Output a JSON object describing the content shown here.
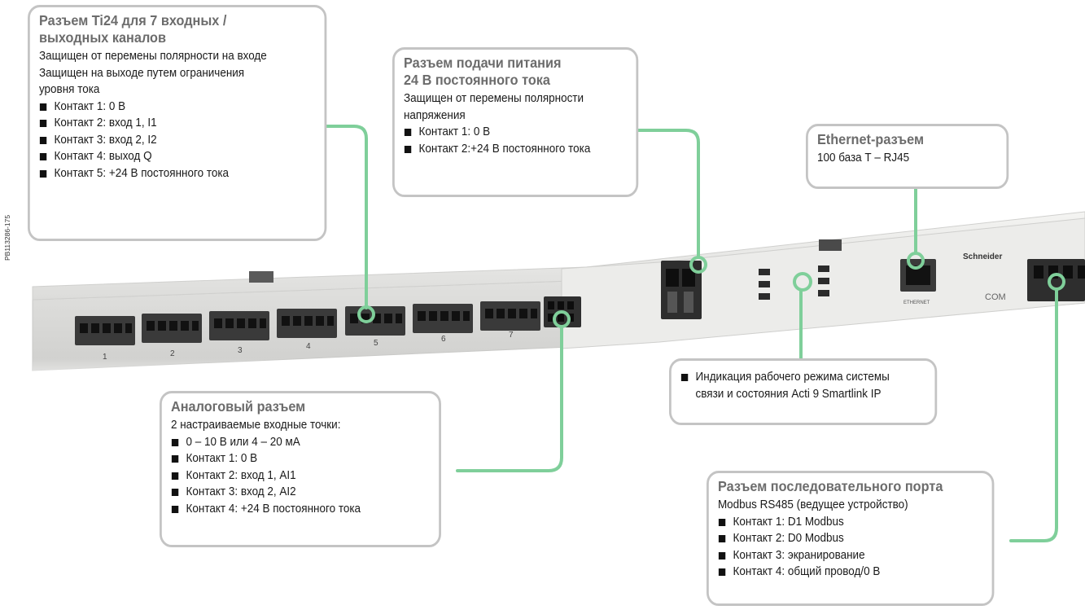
{
  "side_code": "PB113286-175",
  "device": {
    "channel_numbers": [
      "1",
      "2",
      "3",
      "4",
      "5",
      "6",
      "7"
    ],
    "com_label": "COM",
    "brand": "Schneider",
    "ethernet_port_label": "ETHERNET"
  },
  "callouts": {
    "ti24": {
      "title_line1": "Разъем Ti24 для 7 входных /",
      "title_line2": "выходных каналов",
      "text": [
        "Защищен от перемены полярности на входе",
        "Защищен на выходе путем ограничения",
        "уровня тока"
      ],
      "items": [
        "Контакт 1: 0 В",
        "Контакт 2: вход 1, I1",
        "Контакт 3: вход 2, I2",
        "Контакт 4: выход Q",
        "Контакт 5: +24 В постоянного тока"
      ]
    },
    "power": {
      "title_line1": "Разъем подачи питания",
      "title_line2": "24 В постоянного тока",
      "text": [
        "Защищен от перемены полярности",
        "напряжения"
      ],
      "items": [
        "Контакт 1: 0 В",
        "Контакт 2:+24 В постоянного тока"
      ]
    },
    "ethernet": {
      "title": "Ethernet-разъем",
      "text": "100 база Т – RJ45"
    },
    "indication": {
      "line1": "Индикация рабочего режима системы",
      "line2": "связи и состояния Acti 9 Smartlink IP"
    },
    "analog": {
      "title": "Аналоговый разъем",
      "text": "2 настраиваемые входные точки:",
      "items": [
        "0 – 10 В или 4 – 20 мА",
        "Контакт 1: 0 В",
        "Контакт 2: вход 1, AI1",
        "Контакт 3: вход 2, AI2",
        "Контакт 4: +24 В постоянного тока"
      ]
    },
    "serial": {
      "title": "Разъем последовательного порта",
      "text": "Modbus RS485 (ведущее устройство)",
      "items": [
        "Контакт 1: D1 Modbus",
        "Контакт 2: D0 Modbus",
        "Контакт 3: экранирование",
        "Контакт 4: общий провод/0 В"
      ]
    }
  },
  "colors": {
    "leader": "#7fcf9a",
    "callout_border": "#c4c4c4",
    "title_text": "#6c6c6c",
    "device_body": "#e6e6e4",
    "terminal": "#3a3a3a"
  }
}
